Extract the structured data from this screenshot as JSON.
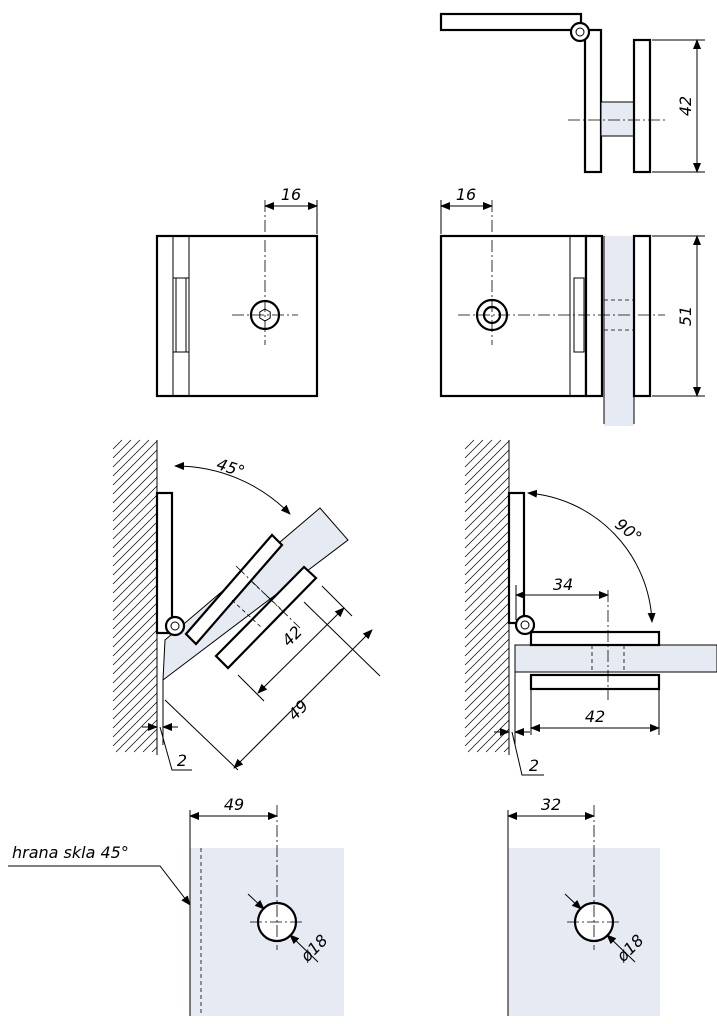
{
  "dimensions": {
    "top_height": "42",
    "front_offset_left": "16",
    "front_offset_right": "16",
    "front_height": "51",
    "angle_45": "45°",
    "angle_90": "90°",
    "len_42_angled": "42",
    "len_49_angled": "49",
    "gap_left": "2",
    "offset_34": "34",
    "len_42_straight": "42",
    "gap_right": "2",
    "hole_offset_left": "49",
    "hole_offset_right": "32",
    "hole_dia_left": "ø18",
    "hole_dia_right": "ø18"
  },
  "labels": {
    "glass_edge": "hrana skla 45°"
  },
  "colors": {
    "glass": "#e6ebf3",
    "line": "#000000"
  }
}
